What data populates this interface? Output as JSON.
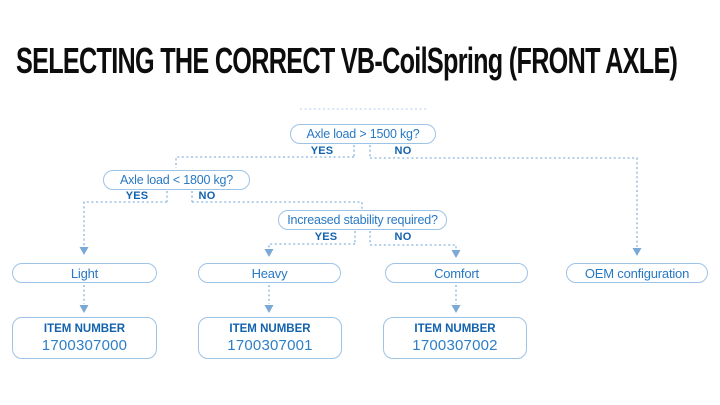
{
  "title": "SELECTING THE CORRECT VB-CoilSpring (FRONT AXLE)",
  "colors": {
    "title_text": "#0d0d0d",
    "box_border": "#9dc3e6",
    "box_text": "#2878c4",
    "branch_label_text": "#1362ae",
    "item_heading_text": "#1362ae",
    "item_number_text": "#2e7fc6",
    "dashed_line": "#9cc2e5",
    "arrow": "#7ba9d6",
    "background": "#ffffff"
  },
  "flowchart": {
    "decisions": [
      {
        "question": "Axle load > 1500 kg?",
        "yes": "YES",
        "no": "NO"
      },
      {
        "question": "Axle load < 1800 kg?",
        "yes": "YES",
        "no": "NO"
      },
      {
        "question": "Increased stability required?",
        "yes": "YES",
        "no": "NO"
      }
    ],
    "results": [
      {
        "label": "Light"
      },
      {
        "label": "Heavy"
      },
      {
        "label": "Comfort"
      },
      {
        "label": "OEM configuration"
      }
    ],
    "items": [
      {
        "heading": "ITEM NUMBER",
        "number": "1700307000"
      },
      {
        "heading": "ITEM NUMBER",
        "number": "1700307001"
      },
      {
        "heading": "ITEM NUMBER",
        "number": "1700307002"
      }
    ]
  }
}
